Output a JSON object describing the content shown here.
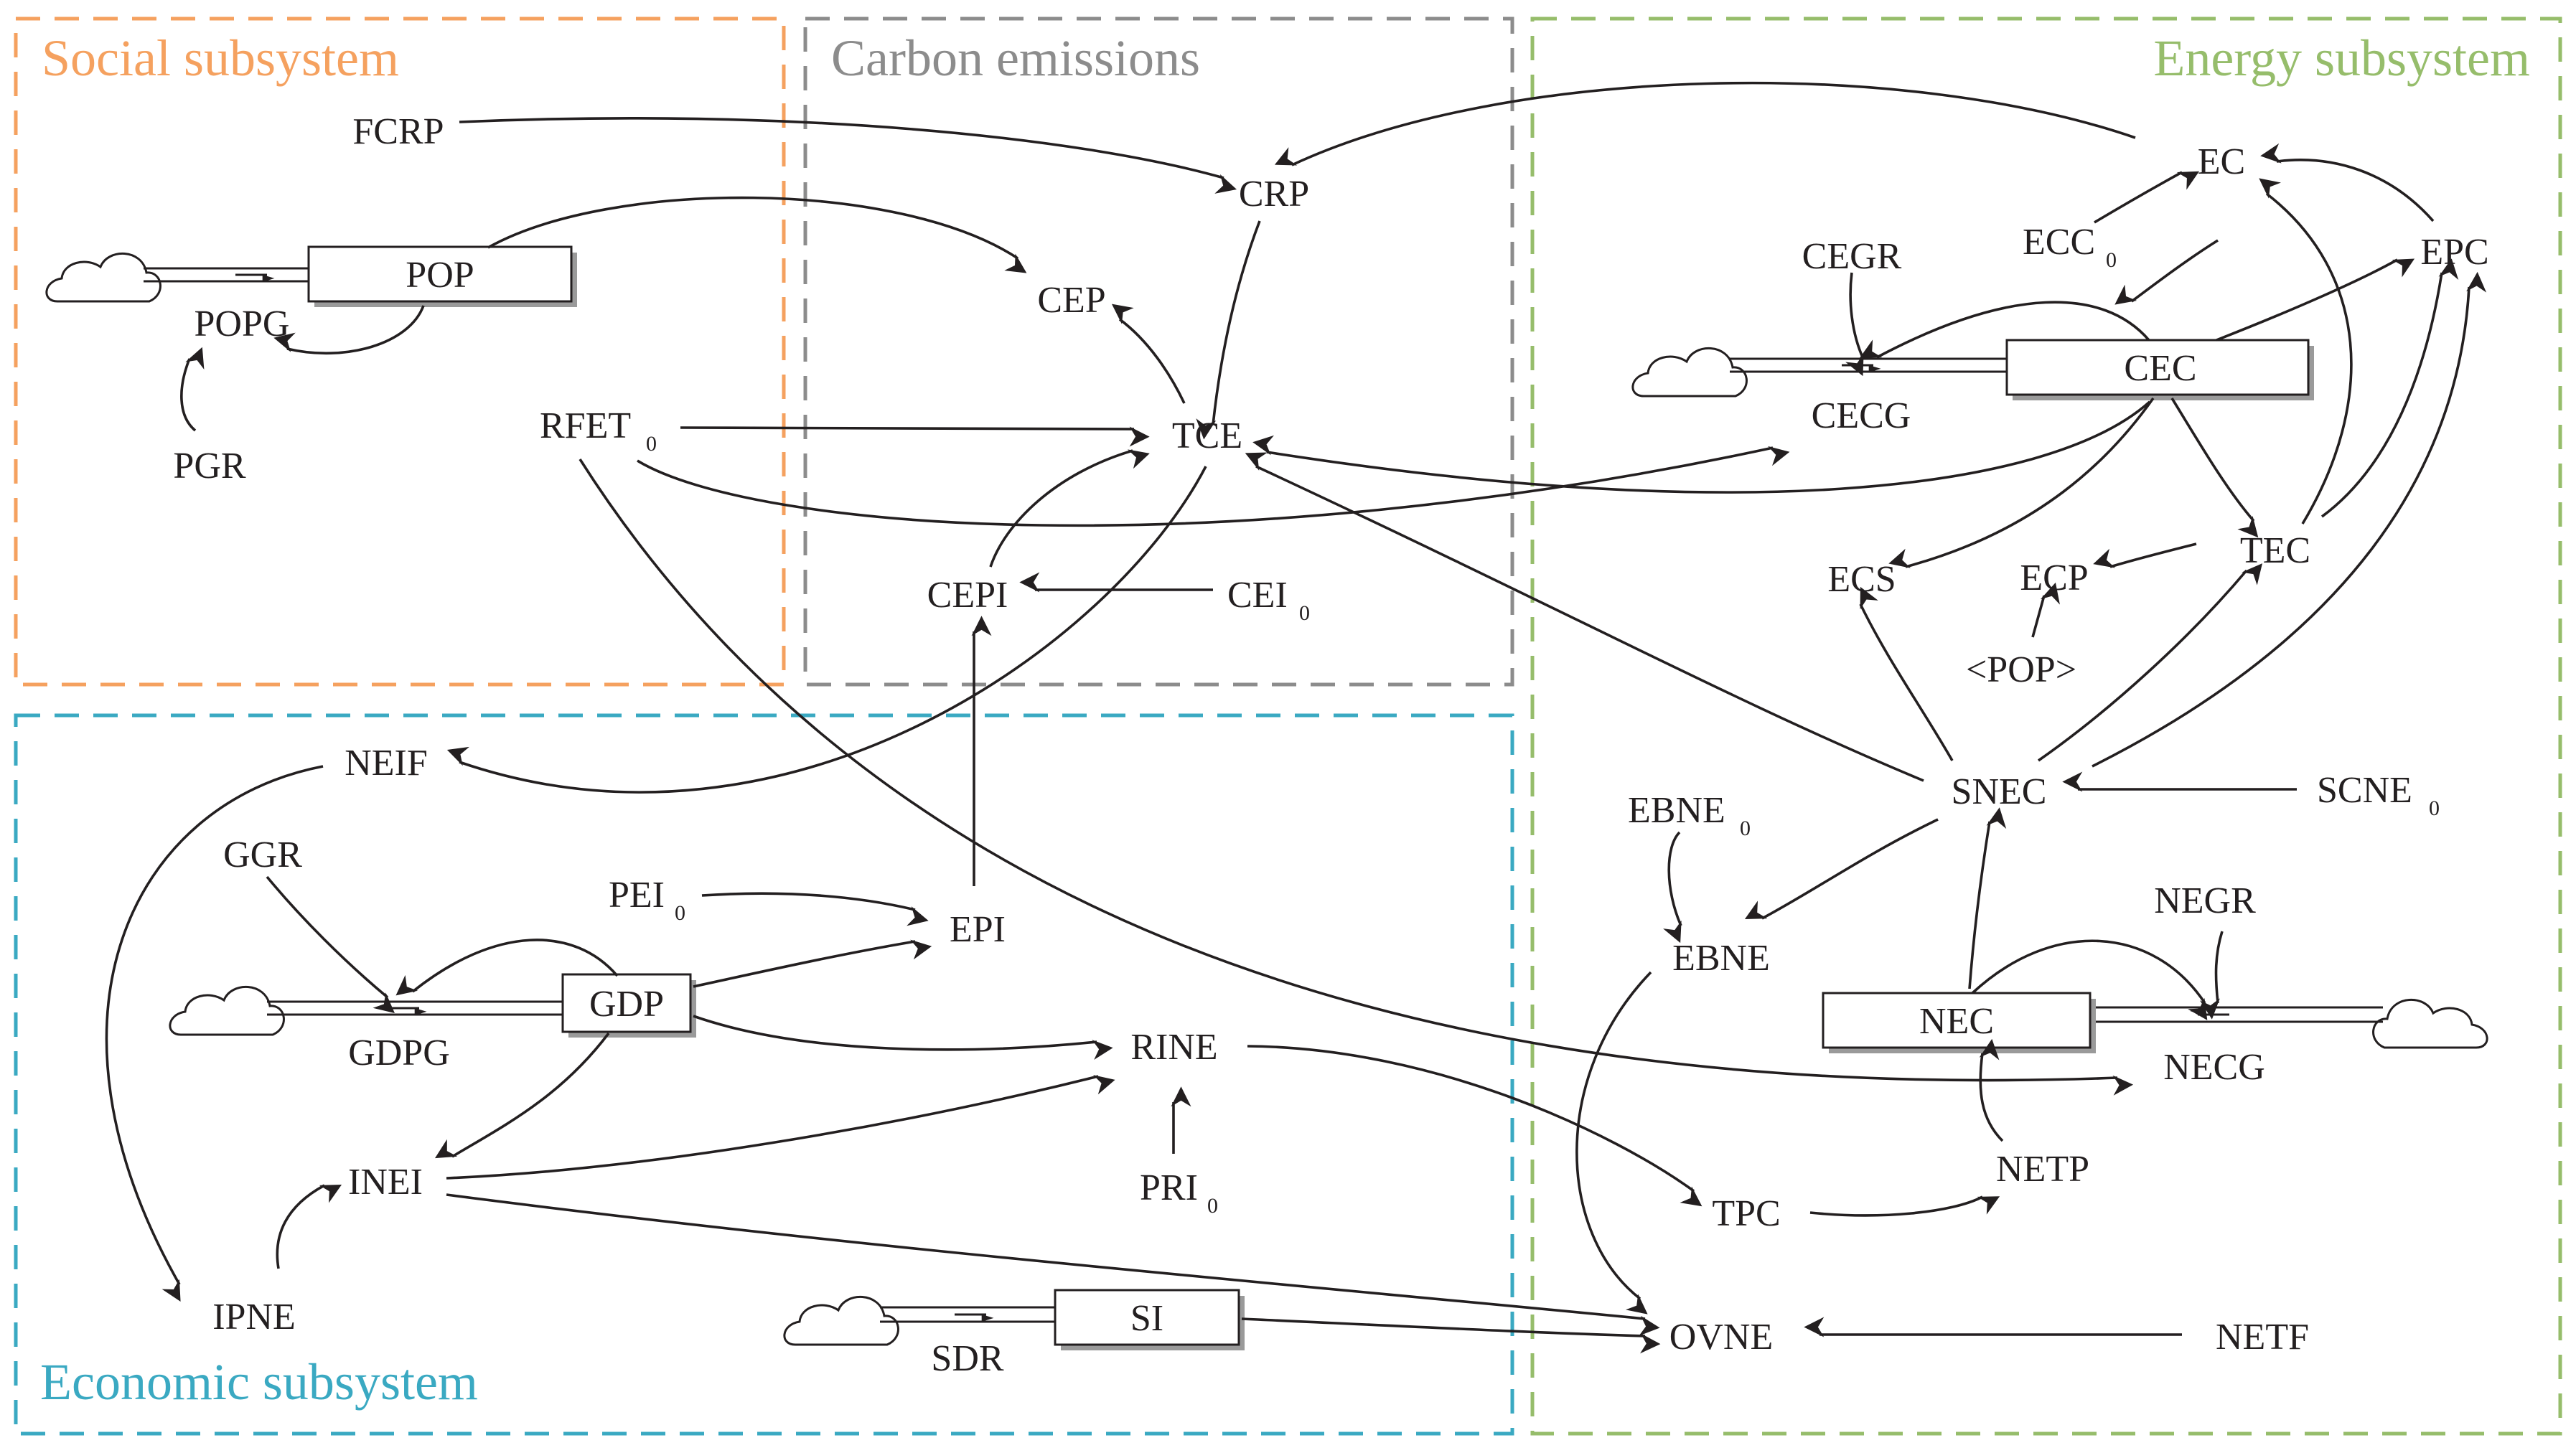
{
  "colors": {
    "social": "#f5a15f",
    "carbon": "#8c8c8c",
    "energy": "#96bd6b",
    "economic": "#3aa9c2",
    "ink": "#231f20"
  },
  "regions": {
    "social": "Social subsystem",
    "carbon": "Carbon emissions",
    "energy": "Energy subsystem",
    "economic": "Economic subsystem"
  },
  "stocks": {
    "POP": "POP",
    "GDP": "GDP",
    "SI": "SI",
    "CEC": "CEC",
    "NEC": "NEC"
  },
  "nodes": {
    "FCRP": "FCRP",
    "CRP": "CRP",
    "CEP": "CEP",
    "TCE": "TCE",
    "CEPI": "CEPI",
    "POPG": "POPG",
    "PGR": "PGR",
    "RFET0": "RFET",
    "CEI0": "CEI",
    "NEIF": "NEIF",
    "GGR": "GGR",
    "PEI0": "PEI",
    "EPI": "EPI",
    "GDPG": "GDPG",
    "RINE": "RINE",
    "INEI": "INEI",
    "PRI0": "PRI",
    "IPNE": "IPNE",
    "SDR": "SDR",
    "EC": "EC",
    "ECC0": "ECC",
    "CEGR": "CEGR",
    "EPC": "EPC",
    "CECG": "CECG",
    "ECS": "ECS",
    "ECP": "ECP",
    "TEC": "TEC",
    "POPshadow": "<POP>",
    "SNEC": "SNEC",
    "SCNE0": "SCNE",
    "EBNE0": "EBNE",
    "EBNE": "EBNE",
    "NEGR": "NEGR",
    "NECG": "NECG",
    "NETP": "NETP",
    "TPC": "TPC",
    "OVNE": "OVNE",
    "NETF": "NETF"
  },
  "subscript": "0"
}
